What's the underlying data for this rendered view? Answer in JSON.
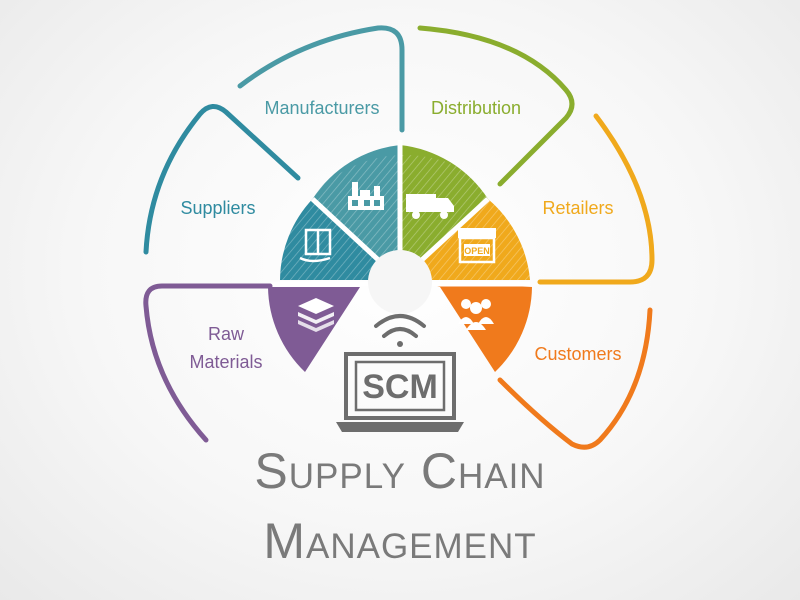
{
  "colors": {
    "manufacturers": "#4a9aa5",
    "suppliers": "#2f8ba0",
    "raw_materials": "#7f5b95",
    "distribution": "#8aad2e",
    "retailers": "#f0a91c",
    "customers": "#f07a1c",
    "center": "#6d6d6d",
    "title": "#7a7a7a"
  },
  "segments": {
    "manufacturers": {
      "label": "Manufacturers",
      "icon": "factory-icon"
    },
    "suppliers": {
      "label": "Suppliers",
      "icon": "package-handover-icon"
    },
    "raw_materials": {
      "label_line1": "Raw",
      "label_line2": "Materials",
      "icon": "material-stack-icon"
    },
    "distribution": {
      "label": "Distribution",
      "icon": "delivery-truck-icon"
    },
    "retailers": {
      "label": "Retailers",
      "icon": "open-shop-icon",
      "sign_text": "OPEN"
    },
    "customers": {
      "label": "Customers",
      "icon": "people-group-icon"
    }
  },
  "center": {
    "badge": "SCM",
    "icon": "laptop-icon",
    "signal_icon": "wifi-icon"
  },
  "title": {
    "line1": "Supply Chain",
    "line2": "Management"
  }
}
